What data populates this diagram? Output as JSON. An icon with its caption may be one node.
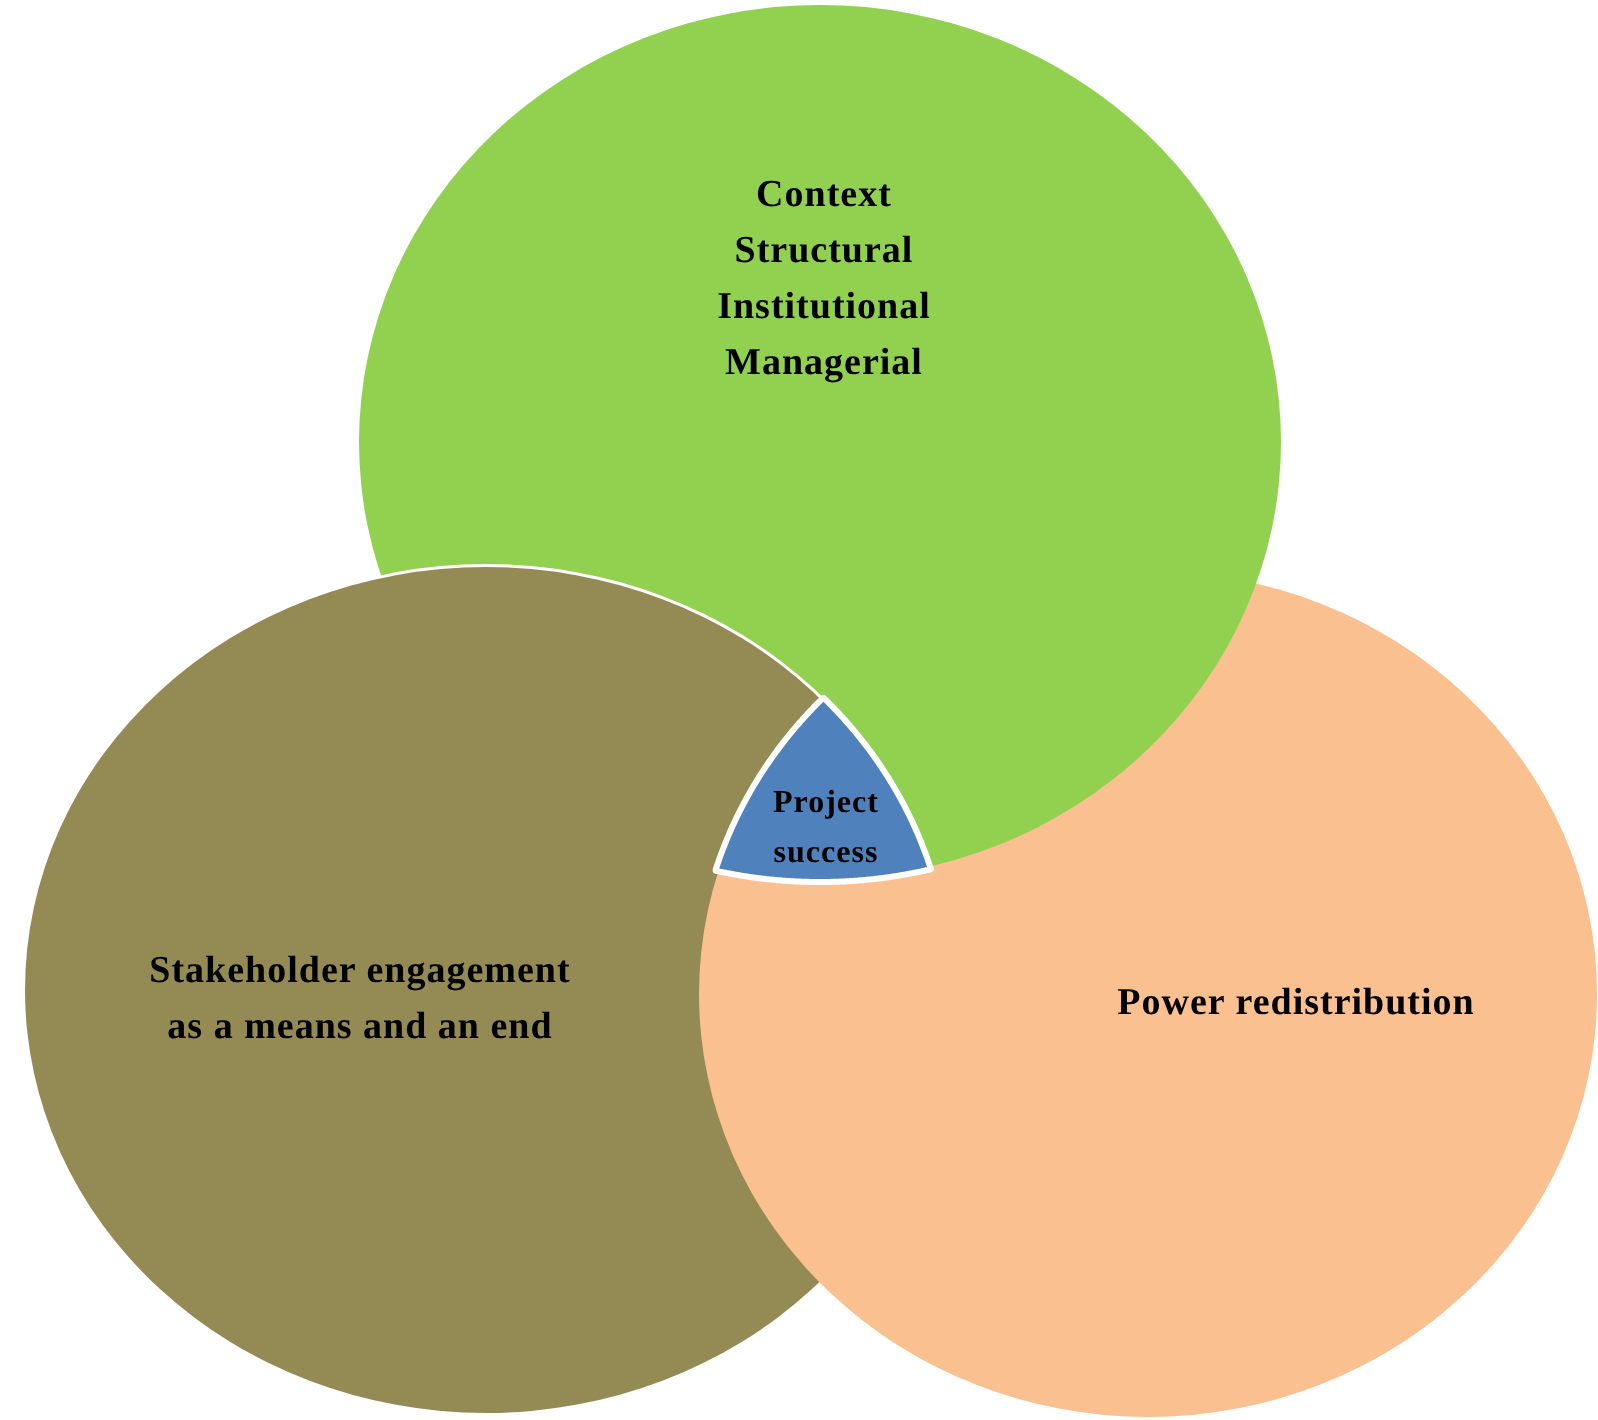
{
  "diagram": {
    "nodes": [
      {
        "text": [
          "Context",
          "Structural",
          "Institutional",
          "Managerial"
        ]
      },
      {
        "text": [
          "Stakeholder engagement as a means and an end"
        ]
      },
      {
        "text": [
          "Power redistribution"
        ]
      },
      {
        "text": [
          "Project success"
        ]
      }
    ]
  }
}
